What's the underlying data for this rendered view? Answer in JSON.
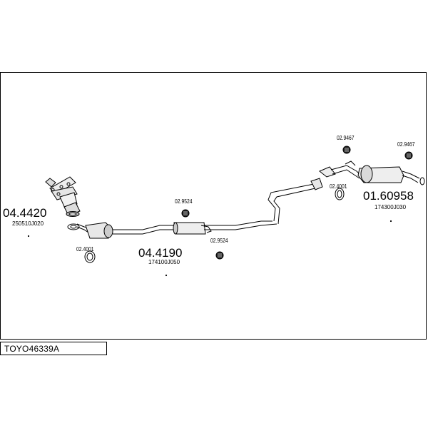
{
  "diagram_id": "TOYO46339A",
  "parts": [
    {
      "number": "04.4420",
      "oem": "250510J020",
      "name": "manifold-catalyst"
    },
    {
      "number": "04.4190",
      "oem": "174100J050",
      "name": "center-pipe"
    },
    {
      "number": "01.60958",
      "oem": "174300J030",
      "name": "rear-silencer"
    }
  ],
  "fittings": {
    "gasket_front": "02.4001",
    "hanger_front": "02.9524",
    "hanger_mid": "02.9524",
    "gasket_rear": "02.4001",
    "hanger_rear_left": "02.9467",
    "hanger_rear_right": "02.9467"
  }
}
